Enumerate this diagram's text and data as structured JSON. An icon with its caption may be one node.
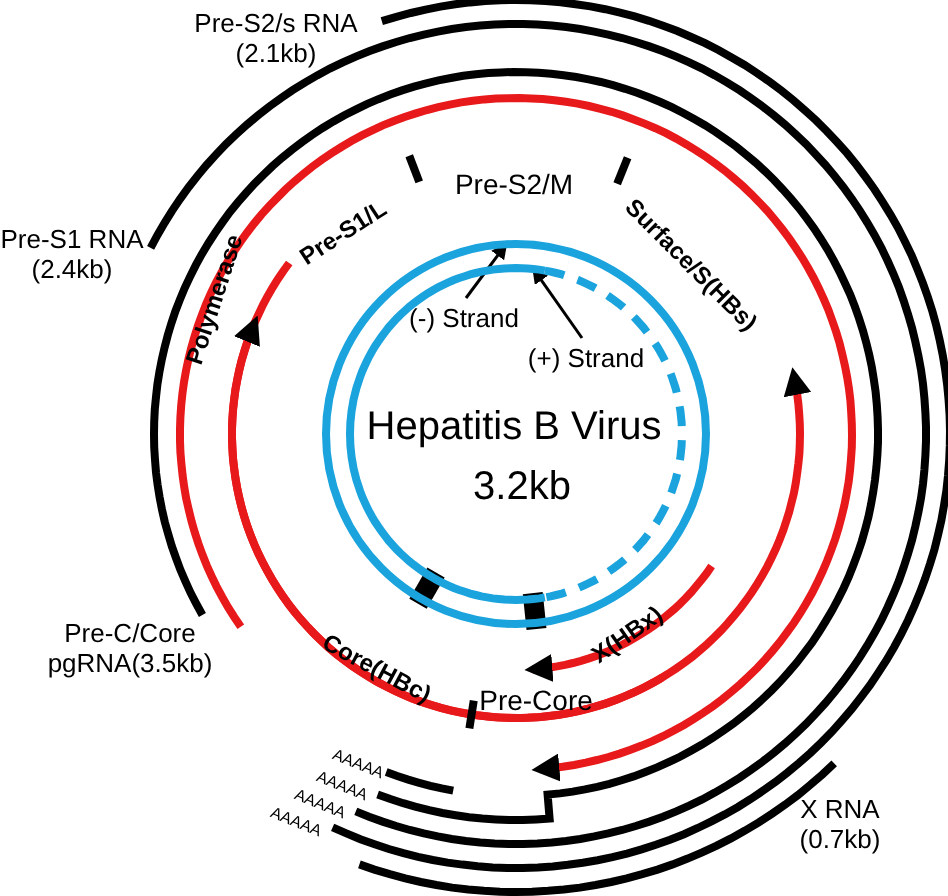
{
  "diagram": {
    "nodes": [
      {
        "text": [],
        "shape": "circle"
      },
      {
        "text": [],
        "shape": "circle",
        "in": 0
      },
      {
        "text": [
          "(-) Strand"
        ],
        "in": 1
      },
      {
        "text": [
          "(+) Strand"
        ],
        "in": 1
      }
    ],
    "edges": [
      {
        "from": 2,
        "to": 0,
        "arrow": "to"
      },
      {
        "from": 3,
        "to": 1,
        "arrow": "to"
      }
    ],
    "labels": [
      "Pre-S2/s RNA (2.1kb)",
      "Pre-S2/M",
      "Pre-S1/L",
      "Surface/S(HBs)",
      "Pre-S1 RNA (2.4kb)",
      "Polymerase",
      "Hepatitis B Virus",
      "3.2kb",
      "Pre-C/Core pgRNA(3.5kb)",
      "X(HBx)",
      "Core(HBc)",
      "Pre-Core",
      "AAAAA",
      "AAAAA",
      "AAAAA",
      "AAAAA",
      "X RNA (0.7kb)"
    ]
  }
}
